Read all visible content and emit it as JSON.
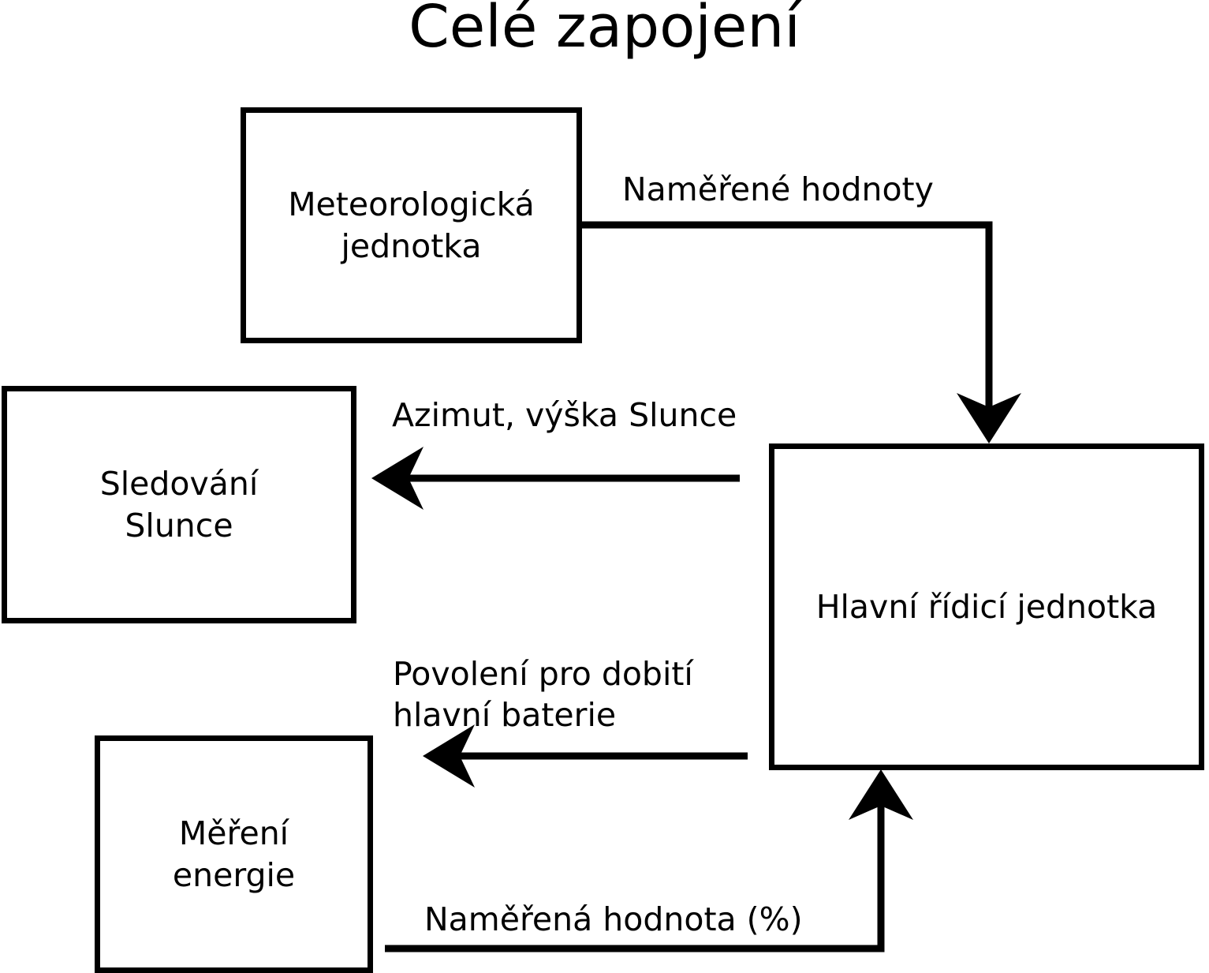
{
  "title": "Celé zapojení",
  "nodes": [
    {
      "id": "meteo",
      "label": "Meteorologická\njednotka"
    },
    {
      "id": "sun",
      "label": "Sledování\nSlunce"
    },
    {
      "id": "energy",
      "label": "Měření\nenergie"
    },
    {
      "id": "main",
      "label": "Hlavní řídicí jednotka"
    }
  ],
  "edges": [
    {
      "id": "measured-values",
      "label": "Naměřené hodnoty",
      "from": "meteo",
      "to": "main",
      "direction": "elbow-right-down"
    },
    {
      "id": "azimuth",
      "label": "Azimut, výška Slunce",
      "from": "main",
      "to": "sun",
      "direction": "left"
    },
    {
      "id": "charge-permission",
      "label": "Povolení pro dobití\nhlavní baterie",
      "from": "main",
      "to": "energy",
      "direction": "left"
    },
    {
      "id": "measured-percent",
      "label": "Naměřená hodnota (%)",
      "from": "energy",
      "to": "main",
      "direction": "elbow-right-up"
    }
  ],
  "colors": {
    "stroke": "#000000",
    "background": "#ffffff",
    "text": "#000000"
  }
}
